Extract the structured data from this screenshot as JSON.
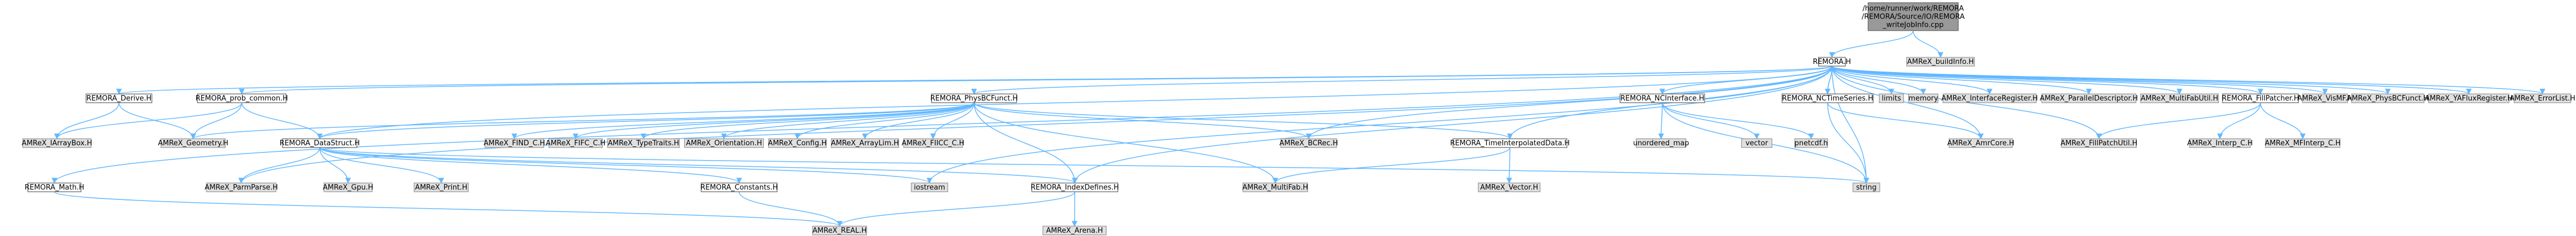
{
  "colors": {
    "background": "#ffffff",
    "root_fill": "#999999",
    "root_border": "#666666",
    "doc_fill": "#ffffff",
    "doc_border": "#666666",
    "ext_fill": "#e0e0e0",
    "ext_border": "#999999",
    "edge": "#63b8ff"
  },
  "nodes": [
    {
      "id": "root",
      "kind": "root",
      "lines": [
        "/home/runner/work/REMORA",
        "/REMORA/Source/IO/REMORA",
        "_writeJobInfo.cpp"
      ]
    },
    {
      "id": "remora_h",
      "kind": "doc",
      "lines": [
        "REMORA.H"
      ]
    },
    {
      "id": "buildinfo",
      "kind": "ext",
      "lines": [
        "AMReX_buildInfo.H"
      ]
    },
    {
      "id": "derive",
      "kind": "doc",
      "lines": [
        "REMORA_Derive.H"
      ]
    },
    {
      "id": "prob_common",
      "kind": "doc",
      "lines": [
        "REMORA_prob_common.H"
      ]
    },
    {
      "id": "physbcfunct",
      "kind": "doc",
      "lines": [
        "REMORA_PhysBCFunct.H"
      ]
    },
    {
      "id": "nc_interface",
      "kind": "doc",
      "lines": [
        "REMORA_NCInterface.H"
      ]
    },
    {
      "id": "nc_timeseries",
      "kind": "doc",
      "lines": [
        "REMORA_NCTimeSeries.H"
      ]
    },
    {
      "id": "limits",
      "kind": "ext",
      "lines": [
        "limits"
      ]
    },
    {
      "id": "memory",
      "kind": "ext",
      "lines": [
        "memory"
      ]
    },
    {
      "id": "interface_register",
      "kind": "ext",
      "lines": [
        "AMReX_InterfaceRegister.H"
      ]
    },
    {
      "id": "parallel_descriptor",
      "kind": "ext",
      "lines": [
        "AMReX_ParallelDescriptor.H"
      ]
    },
    {
      "id": "multifab_util",
      "kind": "ext",
      "lines": [
        "AMReX_MultiFabUtil.H"
      ]
    },
    {
      "id": "fillpatcher",
      "kind": "doc",
      "lines": [
        "REMORA_FillPatcher.H"
      ]
    },
    {
      "id": "vismf",
      "kind": "ext",
      "lines": [
        "AMReX_VisMF.H"
      ]
    },
    {
      "id": "amrex_physbcfunct",
      "kind": "ext",
      "lines": [
        "AMReX_PhysBCFunct.H"
      ]
    },
    {
      "id": "yaflux_register",
      "kind": "ext",
      "lines": [
        "AMReX_YAFluxRegister.H"
      ]
    },
    {
      "id": "error_list",
      "kind": "ext",
      "lines": [
        "AMReX_ErrorList.H"
      ]
    },
    {
      "id": "math",
      "kind": "doc",
      "lines": [
        "REMORA_Math.H"
      ]
    },
    {
      "id": "iarraybox",
      "kind": "ext",
      "lines": [
        "AMReX_IArrayBox.H"
      ]
    },
    {
      "id": "geometry",
      "kind": "ext",
      "lines": [
        "AMReX_Geometry.H"
      ]
    },
    {
      "id": "datastruct",
      "kind": "doc",
      "lines": [
        "REMORA_DataStruct.H"
      ]
    },
    {
      "id": "find_c",
      "kind": "ext",
      "lines": [
        "AMReX_FIND_C.H"
      ]
    },
    {
      "id": "fifc_c",
      "kind": "ext",
      "lines": [
        "AMReX_FIFC_C.H"
      ]
    },
    {
      "id": "type_traits",
      "kind": "ext",
      "lines": [
        "AMReX_TypeTraits.H"
      ]
    },
    {
      "id": "orientation",
      "kind": "ext",
      "lines": [
        "AMReX_Orientation.H"
      ]
    },
    {
      "id": "config",
      "kind": "ext",
      "lines": [
        "AMReX_Config.H"
      ]
    },
    {
      "id": "arraylim",
      "kind": "ext",
      "lines": [
        "AMReX_ArrayLim.H"
      ]
    },
    {
      "id": "fiicc_c",
      "kind": "ext",
      "lines": [
        "AMReX_FIICC_C.H"
      ]
    },
    {
      "id": "bcrec",
      "kind": "ext",
      "lines": [
        "AMReX_BCRec.H"
      ]
    },
    {
      "id": "time_interp",
      "kind": "doc",
      "lines": [
        "REMORA_TimeInterpolatedData.H"
      ]
    },
    {
      "id": "unordered_map",
      "kind": "ext",
      "lines": [
        "unordered_map"
      ]
    },
    {
      "id": "vector",
      "kind": "ext",
      "lines": [
        "vector"
      ]
    },
    {
      "id": "pnetcdf",
      "kind": "ext",
      "lines": [
        "pnetcdf.h"
      ]
    },
    {
      "id": "amrcore",
      "kind": "ext",
      "lines": [
        "AMReX_AmrCore.H"
      ]
    },
    {
      "id": "fillpatch_util",
      "kind": "ext",
      "lines": [
        "AMReX_FillPatchUtil.H"
      ]
    },
    {
      "id": "interp_c",
      "kind": "ext",
      "lines": [
        "AMReX_Interp_C.H"
      ]
    },
    {
      "id": "mfinterp_c",
      "kind": "ext",
      "lines": [
        "AMReX_MFInterp_C.H"
      ]
    },
    {
      "id": "parmparse",
      "kind": "ext",
      "lines": [
        "AMReX_ParmParse.H"
      ]
    },
    {
      "id": "gpu",
      "kind": "ext",
      "lines": [
        "AMReX_Gpu.H"
      ]
    },
    {
      "id": "print",
      "kind": "ext",
      "lines": [
        "AMReX_Print.H"
      ]
    },
    {
      "id": "constants",
      "kind": "doc",
      "lines": [
        "REMORA_Constants.H"
      ]
    },
    {
      "id": "iostream",
      "kind": "ext",
      "lines": [
        "iostream"
      ]
    },
    {
      "id": "index_defines",
      "kind": "doc",
      "lines": [
        "REMORA_IndexDefines.H"
      ]
    },
    {
      "id": "multifab",
      "kind": "ext",
      "lines": [
        "AMReX_MultiFab.H"
      ]
    },
    {
      "id": "amrex_vector",
      "kind": "ext",
      "lines": [
        "AMReX_Vector.H"
      ]
    },
    {
      "id": "string",
      "kind": "ext",
      "lines": [
        "string"
      ]
    },
    {
      "id": "real",
      "kind": "ext",
      "lines": [
        "AMReX_REAL.H"
      ]
    },
    {
      "id": "arena",
      "kind": "ext",
      "lines": [
        "AMReX_Arena.H"
      ]
    }
  ],
  "edges": [
    [
      "root",
      "remora_h"
    ],
    [
      "root",
      "buildinfo"
    ],
    [
      "remora_h",
      "derive"
    ],
    [
      "remora_h",
      "prob_common"
    ],
    [
      "remora_h",
      "physbcfunct"
    ],
    [
      "remora_h",
      "nc_interface"
    ],
    [
      "remora_h",
      "nc_timeseries"
    ],
    [
      "remora_h",
      "limits"
    ],
    [
      "remora_h",
      "memory"
    ],
    [
      "remora_h",
      "interface_register"
    ],
    [
      "remora_h",
      "parallel_descriptor"
    ],
    [
      "remora_h",
      "multifab_util"
    ],
    [
      "remora_h",
      "fillpatcher"
    ],
    [
      "remora_h",
      "vismf"
    ],
    [
      "remora_h",
      "amrex_physbcfunct"
    ],
    [
      "remora_h",
      "yaflux_register"
    ],
    [
      "remora_h",
      "error_list"
    ],
    [
      "remora_h",
      "math"
    ],
    [
      "remora_h",
      "datastruct"
    ],
    [
      "remora_h",
      "bcrec"
    ],
    [
      "remora_h",
      "time_interp"
    ],
    [
      "remora_h",
      "amrcore"
    ],
    [
      "remora_h",
      "fillpatch_util"
    ],
    [
      "remora_h",
      "iostream"
    ],
    [
      "remora_h",
      "index_defines"
    ],
    [
      "remora_h",
      "string"
    ],
    [
      "remora_h",
      "parmparse"
    ],
    [
      "derive",
      "iarraybox"
    ],
    [
      "derive",
      "geometry"
    ],
    [
      "prob_common",
      "iarraybox"
    ],
    [
      "prob_common",
      "geometry"
    ],
    [
      "prob_common",
      "datastruct"
    ],
    [
      "physbcfunct",
      "geometry"
    ],
    [
      "physbcfunct",
      "datastruct"
    ],
    [
      "physbcfunct",
      "find_c"
    ],
    [
      "physbcfunct",
      "fifc_c"
    ],
    [
      "physbcfunct",
      "type_traits"
    ],
    [
      "physbcfunct",
      "orientation"
    ],
    [
      "physbcfunct",
      "config"
    ],
    [
      "physbcfunct",
      "arraylim"
    ],
    [
      "physbcfunct",
      "fiicc_c"
    ],
    [
      "physbcfunct",
      "bcrec"
    ],
    [
      "physbcfunct",
      "index_defines"
    ],
    [
      "physbcfunct",
      "multifab"
    ],
    [
      "physbcfunct",
      "time_interp"
    ],
    [
      "nc_interface",
      "unordered_map"
    ],
    [
      "nc_interface",
      "vector"
    ],
    [
      "nc_interface",
      "pnetcdf"
    ],
    [
      "nc_interface",
      "string"
    ],
    [
      "nc_timeseries",
      "amrcore"
    ],
    [
      "nc_timeseries",
      "string"
    ],
    [
      "nc_timeseries",
      "remora_h"
    ],
    [
      "fillpatcher",
      "fillpatch_util"
    ],
    [
      "fillpatcher",
      "interp_c"
    ],
    [
      "fillpatcher",
      "mfinterp_c"
    ],
    [
      "math",
      "real"
    ],
    [
      "datastruct",
      "parmparse"
    ],
    [
      "datastruct",
      "gpu"
    ],
    [
      "datastruct",
      "print"
    ],
    [
      "datastruct",
      "constants"
    ],
    [
      "datastruct",
      "iostream"
    ],
    [
      "datastruct",
      "index_defines"
    ],
    [
      "datastruct",
      "string"
    ],
    [
      "time_interp",
      "multifab"
    ],
    [
      "time_interp",
      "amrex_vector"
    ],
    [
      "constants",
      "real"
    ],
    [
      "index_defines",
      "real"
    ],
    [
      "index_defines",
      "arena"
    ]
  ]
}
